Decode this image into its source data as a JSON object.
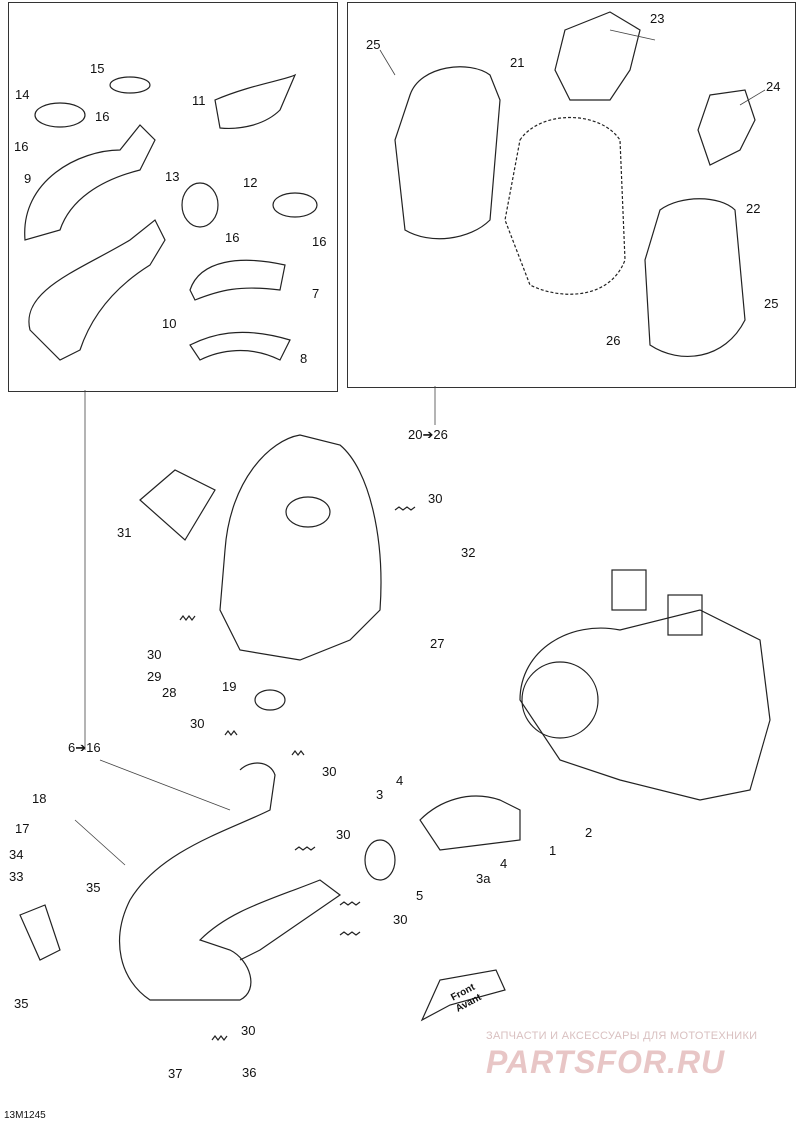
{
  "labels": {
    "l14": "14",
    "l15": "15",
    "l16a": "16",
    "l16b": "16",
    "l11": "11",
    "l9": "9",
    "l13": "13",
    "l12": "12",
    "l16c": "16",
    "l16d": "16",
    "l7": "7",
    "l10": "10",
    "l8": "8",
    "l25a": "25",
    "l21": "21",
    "l23": "23",
    "l24": "24",
    "l22": "22",
    "l25b": "25",
    "l26": "26",
    "l20": "20➔26",
    "l30a": "30",
    "l31": "31",
    "l32": "32",
    "l30b": "30",
    "l29": "29",
    "l28": "28",
    "l27": "27",
    "l19": "19",
    "l30c": "30",
    "l616": "6➔16",
    "l30d": "30",
    "l4a": "4",
    "l3": "3",
    "l2": "2",
    "l1": "1",
    "l30e": "30",
    "l18": "18",
    "l17": "17",
    "l34": "34",
    "l33": "33",
    "l35a": "35",
    "l5": "5",
    "l4b": "4",
    "l3a": "3a",
    "l30f": "30",
    "l35b": "35",
    "l30g": "30",
    "l37": "37",
    "l36": "36"
  },
  "front": {
    "line1": "Front",
    "line2": "Avant"
  },
  "diagram_code": "13M1245",
  "watermark": {
    "line1": "ЗАПЧАСТИ И АКСЕССУАРЫ ДЛЯ МОТОТЕХНИКИ",
    "logo": "PARTSFOR.RU"
  }
}
